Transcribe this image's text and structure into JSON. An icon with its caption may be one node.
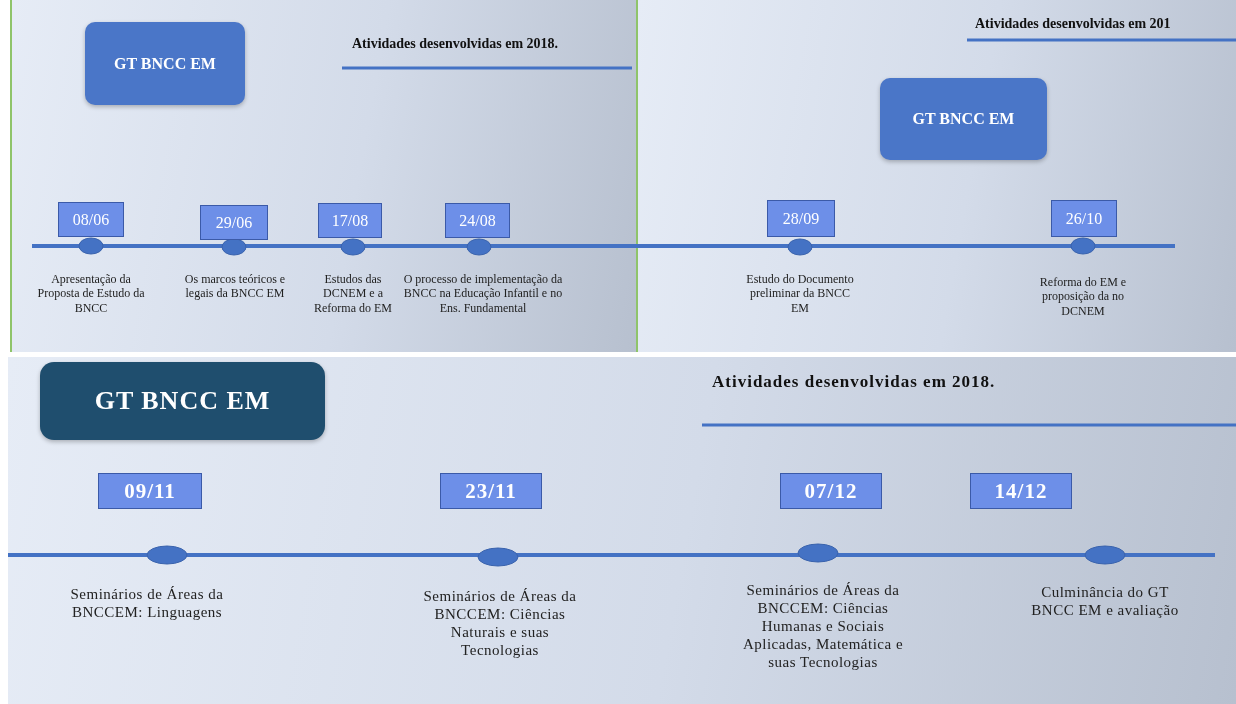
{
  "diagram": {
    "nodes": [
      {
        "text": [
          "GT BNCC EM"
        ]
      },
      {
        "text": [
          "08/06"
        ],
        "beside": [
          "Apresentação da Proposta de Estudo da BNCC"
        ]
      },
      {
        "text": [
          "29/06"
        ],
        "beside": [
          "Os marcos teóricos e legais da BNCC EM"
        ]
      },
      {
        "text": [
          "17/08"
        ],
        "beside": [
          "Estudos das DCNEM e a Reforma do EM"
        ]
      },
      {
        "text": [
          "24/08"
        ],
        "beside": [
          "O processo de implementação da BNCC na Educação Infantil e no Ens. Fundamental"
        ]
      },
      {
        "text": [
          "GT BNCC EM"
        ]
      },
      {
        "text": [
          "28/09"
        ],
        "beside": [
          "Estudo do Documento preliminar da BNCC EM"
        ]
      },
      {
        "text": [
          "26/10"
        ],
        "beside": [
          "Reforma do EM e proposição da no DCNEM"
        ]
      },
      {
        "text": [
          "GT BNCC EM"
        ]
      },
      {
        "text": [
          "09/11"
        ]
      },
      {
        "text": [
          "23/11"
        ]
      },
      {
        "text": [
          "07/12"
        ]
      },
      {
        "text": [
          "14/12"
        ]
      }
    ],
    "labels": [
      "Atividades desenvolvidas em 2018.",
      "Atividades desenvolvidas em 201",
      "Atividades desenvolvidas em 2018.",
      "Seminários de Áreas da BNCCEM: Linguagens",
      "Seminários de Áreas da BNCCEM: Ciências Naturais e suas Tecnologias",
      "Seminários de Áreas da BNCCEM: Ciências Humanas e Sociais Aplicadas, Matemática e suas Tecnologias",
      "Culminância do GT BNCC EM e avaliação"
    ]
  }
}
